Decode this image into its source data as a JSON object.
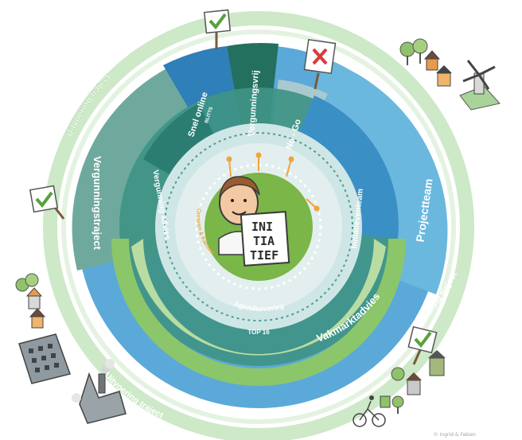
{
  "diagram": {
    "outer_ring": {
      "left_label": "Uitvoering traject",
      "right_label": "Uitvoering traject",
      "bottom_label": "Uitvoering traject"
    },
    "segments": {
      "vergunningstraject": "Vergunningstraject",
      "vergunning_advies": "Vergunning advies",
      "snel_online": "Snel online",
      "snel_online_sub": "BLITTS",
      "vergunningsvrij": "Vergunningsvrij",
      "no_go": "No - Go",
      "initiatieventeam": "Initiatieventeam",
      "projectteam": "Projectteam",
      "vakmarktadvies": "Vakmarktadvies",
      "top16": "TOP 16",
      "agendaoverleg": "Agendaoverleg",
      "grenzen": "Grenzen & Kansen"
    },
    "center_sign": [
      "INI",
      "TIA",
      "TIEF"
    ],
    "credit": "© Ingrid & Fabien",
    "colors": {
      "outer_ring": "#c8e6c4",
      "light_blue": "#5aa9d9",
      "mid_blue": "#3a8fc5",
      "teal_dark": "#2b7d72",
      "teal_mid": "#4f9c8e",
      "green_bright": "#7cc15a",
      "green_pale": "#a9d48d",
      "center_green": "#7ab648"
    },
    "icons": [
      "check-sign-icon",
      "cross-sign-icon",
      "houses-icon",
      "windmill-icon",
      "building-icon",
      "factory-icon",
      "cyclist-icon",
      "tree-icon"
    ]
  }
}
